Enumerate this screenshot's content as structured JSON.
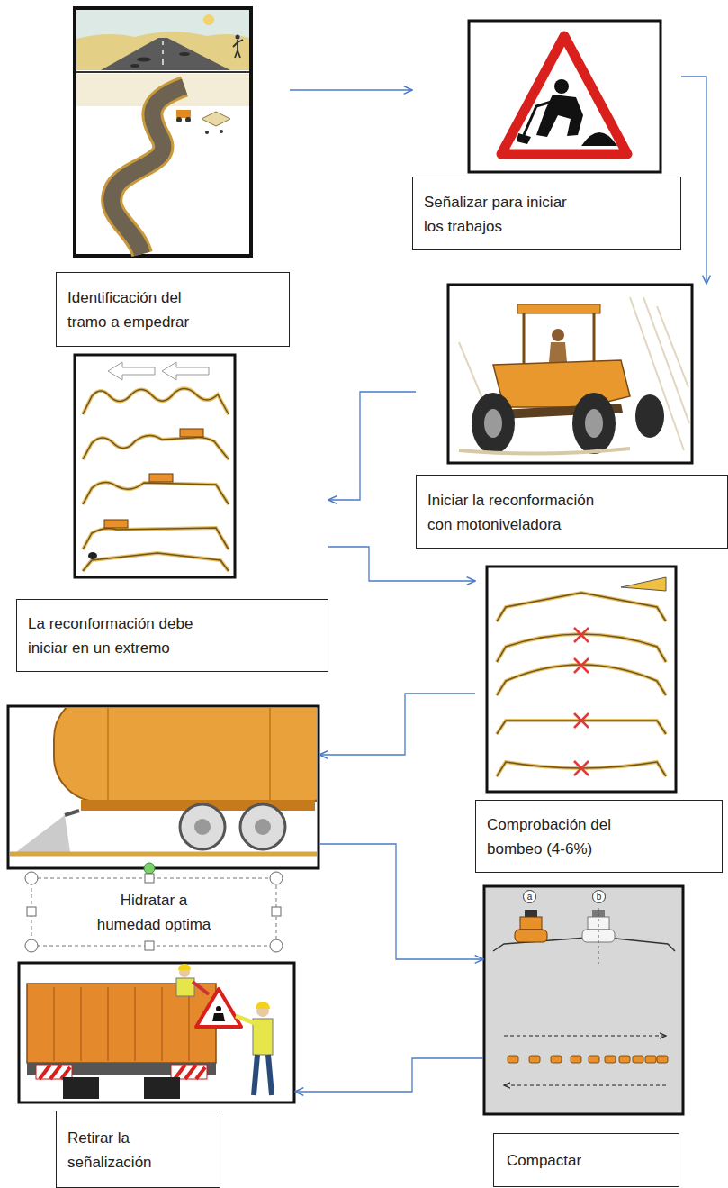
{
  "diagram": {
    "nodes": [
      {
        "text": [
          "Identificación del tramo a empedrar"
        ]
      },
      {
        "text": [
          "Señalizar para iniciar los trabajos"
        ]
      },
      {
        "text": [
          "Iniciar la reconformación con motoniveladora"
        ]
      },
      {
        "text": [
          "La reconformación debe iniciar en un extremo"
        ]
      },
      {
        "text": [
          "Comprobación del bombeo (4-6%)"
        ]
      },
      {
        "text": [
          "Hidratar a humedad optima"
        ]
      },
      {
        "text": [
          "Compactar"
        ]
      },
      {
        "text": [
          "Retirar la señalización"
        ]
      }
    ],
    "edges": [
      {
        "from": 0,
        "to": 1,
        "arrow": "to"
      },
      {
        "from": 1,
        "to": 2,
        "arrow": "to"
      },
      {
        "from": 2,
        "to": 3,
        "arrow": "to"
      },
      {
        "from": 3,
        "to": 4,
        "arrow": "to"
      },
      {
        "from": 4,
        "to": 5,
        "arrow": "to"
      },
      {
        "from": 5,
        "to": 6,
        "arrow": "to"
      },
      {
        "from": 6,
        "to": 7,
        "arrow": "to"
      }
    ],
    "labels": [
      "a",
      "b"
    ]
  }
}
